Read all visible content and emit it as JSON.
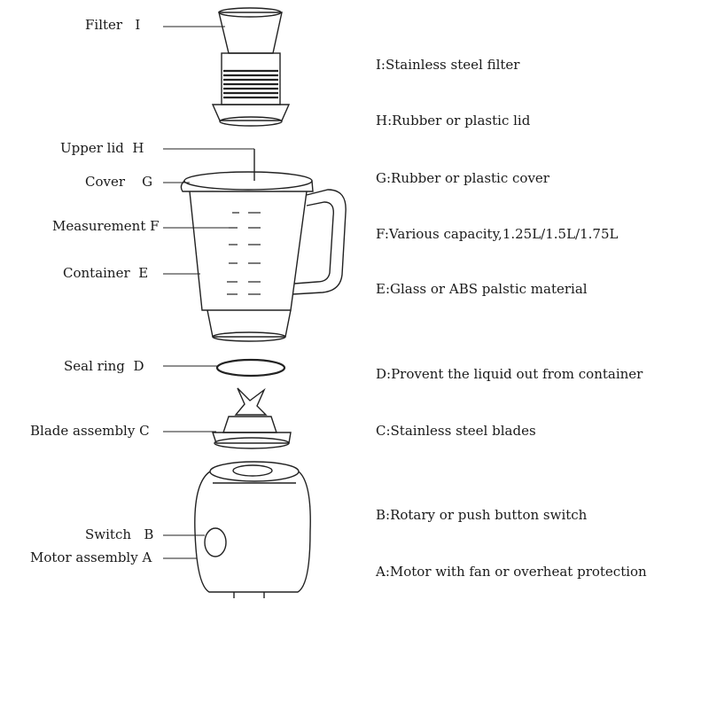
{
  "parts": [
    {
      "key": "I",
      "name": "Filter",
      "letter": "I",
      "desc": "I:Stainless steel filter"
    },
    {
      "key": "H",
      "name": "Upper lid",
      "letter": "H",
      "desc": "H:Rubber or plastic lid"
    },
    {
      "key": "G",
      "name": "Cover",
      "letter": "G",
      "desc": "G:Rubber or plastic cover"
    },
    {
      "key": "F",
      "name": "Measurement",
      "letter": "F",
      "desc": "F:Various capacity,1.25L/1.5L/1.75L"
    },
    {
      "key": "E",
      "name": "Container",
      "letter": "E",
      "desc": "E:Glass or ABS palstic material"
    },
    {
      "key": "D",
      "name": "Seal ring",
      "letter": "D",
      "desc": "D:Provent the liquid out from container"
    },
    {
      "key": "C",
      "name": "Blade assembly",
      "letter": "C",
      "desc": "C:Stainless steel blades"
    },
    {
      "key": "B",
      "name": "Switch",
      "letter": "B",
      "desc": "B:Rotary or push button switch"
    },
    {
      "key": "A",
      "name": "Motor assembly",
      "letter": "A",
      "desc": "A:Motor with fan or overheat protection"
    }
  ]
}
